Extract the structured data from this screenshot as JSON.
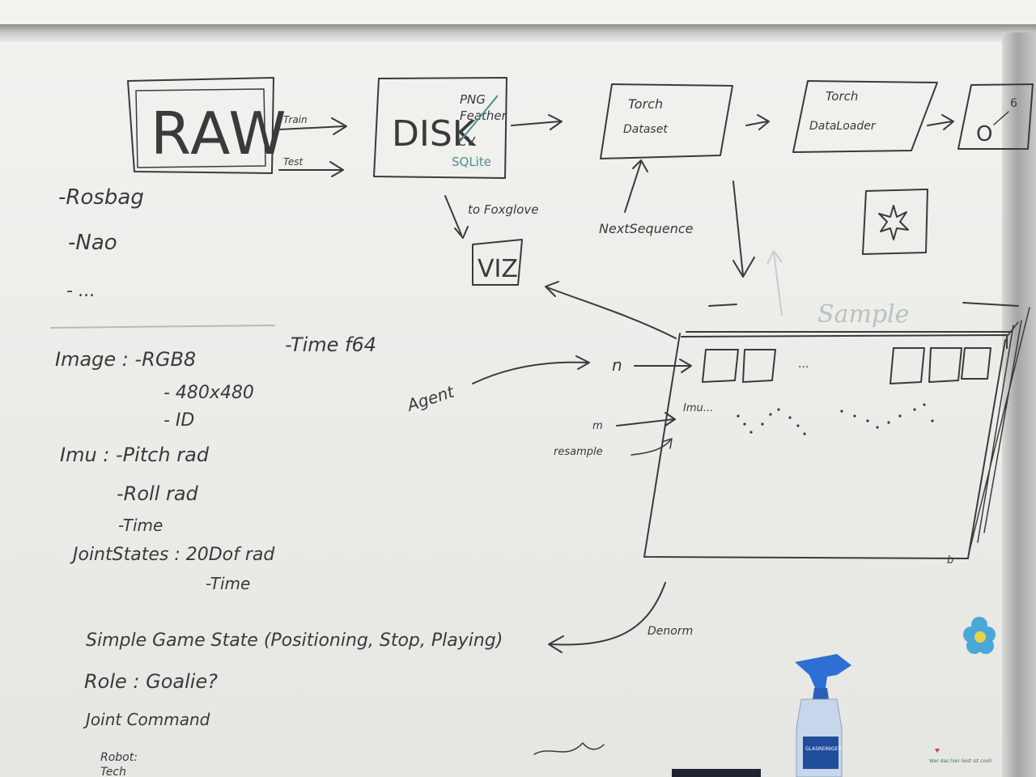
{
  "pipeline": {
    "raw": "RAW",
    "train": "Train",
    "test": "Test",
    "disk": "DISK",
    "formats": [
      "PNG",
      "Feather",
      "CV",
      "SQLite"
    ],
    "torch_dataset": [
      "Torch",
      "Dataset"
    ],
    "torch_dataloader": [
      "Torch",
      "DataLoader"
    ],
    "model_symbol": "O",
    "model_superscript": "6",
    "to_foxglove": "to Foxglove",
    "viz": "VIZ",
    "next_sequence": "NextSequence"
  },
  "sources": [
    "-Rosbag",
    "-Nao",
    "- ..."
  ],
  "sample_diagram": {
    "sample_label": "Sample",
    "agent": "Agent",
    "n": "n",
    "m": "m",
    "resample": "resample",
    "ellipsis": "...",
    "imu_label": "Imu...",
    "corner": "b",
    "denorm": "Denorm"
  },
  "notes": {
    "image": "Image : -RGB8",
    "time_f64": "-Time f64",
    "image_res": "- 480x480",
    "image_id": "- ID",
    "imu": "Imu : -Pitch rad",
    "roll": "-Roll rad",
    "imu_time": "-Time",
    "joint": "JointStates : 20Dof rad",
    "joint_time": "-Time",
    "game_state": "Simple Game State (Positioning, Stop, Playing)",
    "role": "Role : Goalie?",
    "command": "Joint Command",
    "robot": "Robot:",
    "robot2": "Tech"
  },
  "objects": {
    "bottle_icon": "spray-bottle",
    "magnet_icon": "flower-magnet",
    "bottle_label": "GLASREINIGER",
    "sticker_text": "Wer das hier liest ist cool!"
  },
  "colors": {
    "ink": "#3a3a3d",
    "board": "#efefec",
    "sample_ink": "#b6c3c2",
    "magnet": "#4aa8d8",
    "bottle_cap": "#2e6fd6"
  }
}
